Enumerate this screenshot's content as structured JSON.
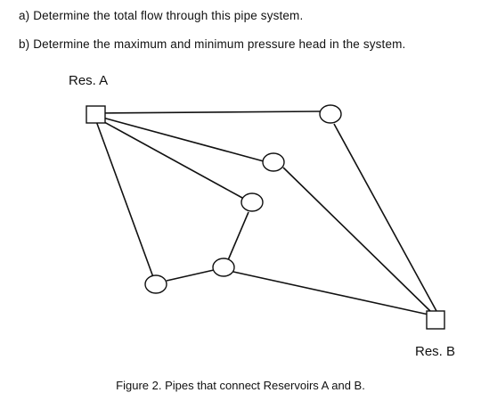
{
  "questions": {
    "a": "a)  Determine the total flow through this pipe system.",
    "b": "b)  Determine the maximum and minimum pressure head in the system."
  },
  "diagram": {
    "reservoir_a_label": "Res. A",
    "reservoir_b_label": "Res. B",
    "caption": "Figure 2. Pipes that connect Reservoirs A and B."
  }
}
